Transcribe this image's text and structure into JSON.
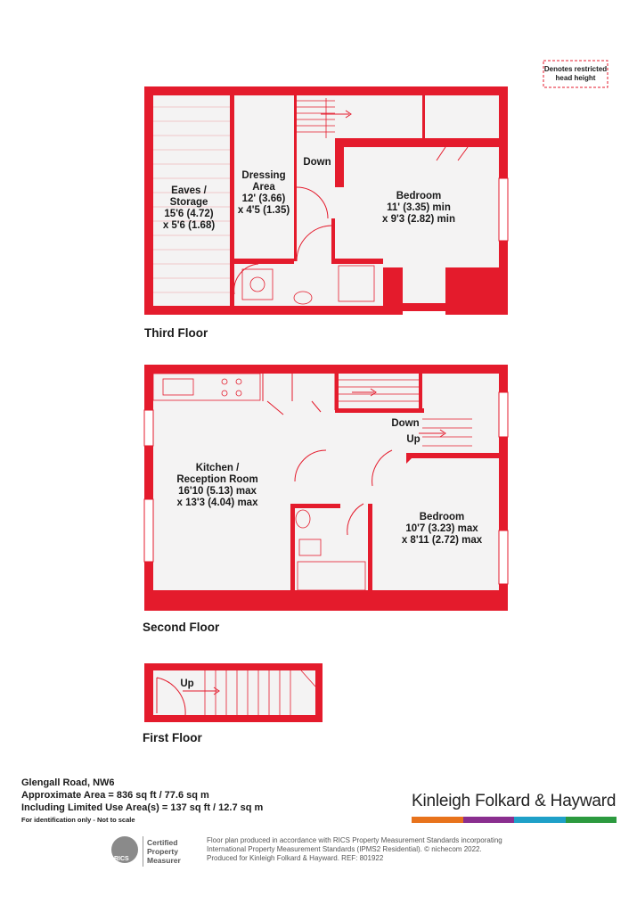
{
  "legend": {
    "restricted_label": "Denotes restricted head height"
  },
  "floors": {
    "third": {
      "title": "Third Floor",
      "rooms": [
        {
          "name": "Eaves / Storage",
          "line1": "Eaves /",
          "line2": "Storage",
          "line3": "15'6 (4.72)",
          "line4": "x 5'6 (1.68)"
        },
        {
          "name": "Dressing Area",
          "line1": "Dressing",
          "line2": "Area",
          "line3": "12' (3.66)",
          "line4": "x 4'5 (1.35)"
        },
        {
          "name": "Bedroom",
          "line1": "Bedroom",
          "line2": "11' (3.35) min",
          "line3": "x 9'3 (2.82) min"
        }
      ],
      "stair_label": "Down"
    },
    "second": {
      "title": "Second Floor",
      "rooms": [
        {
          "name": "Kitchen / Reception Room",
          "line1": "Kitchen /",
          "line2": "Reception Room",
          "line3": "16'10 (5.13) max",
          "line4": "x 13'3 (4.04) max"
        },
        {
          "name": "Bedroom",
          "line1": "Bedroom",
          "line2": "10'7 (3.23) max",
          "line3": "x 8'11 (2.72) max"
        }
      ],
      "stair_down": "Down",
      "stair_up": "Up"
    },
    "first": {
      "title": "First Floor",
      "stair_up": "Up"
    }
  },
  "footer": {
    "address": "Glengall Road, NW6",
    "approx_area": "Approximate Area = 836 sq ft / 77.6 sq m",
    "limited_area": "Including Limited Use Area(s) = 137 sq ft / 12.7 sq m",
    "note": "For identification only - Not to scale"
  },
  "brand": {
    "name": "Kinleigh Folkard & Hayward",
    "bar_colors": [
      "#e8731c",
      "#8a2f8f",
      "#1fa0c8",
      "#2c9a3f"
    ]
  },
  "rics": {
    "seal_text": "RICS",
    "line1": "Certified",
    "line2": "Property",
    "line3": "Measurer"
  },
  "disclaimer": {
    "line1": "Floor plan produced in accordance with RICS Property Measurement Standards incorporating",
    "line2": "International Property Measurement Standards (IPMS2 Residential).  © nichecom 2022.",
    "line3": "Produced for Kinleigh Folkard & Hayward.   REF: 801922"
  }
}
